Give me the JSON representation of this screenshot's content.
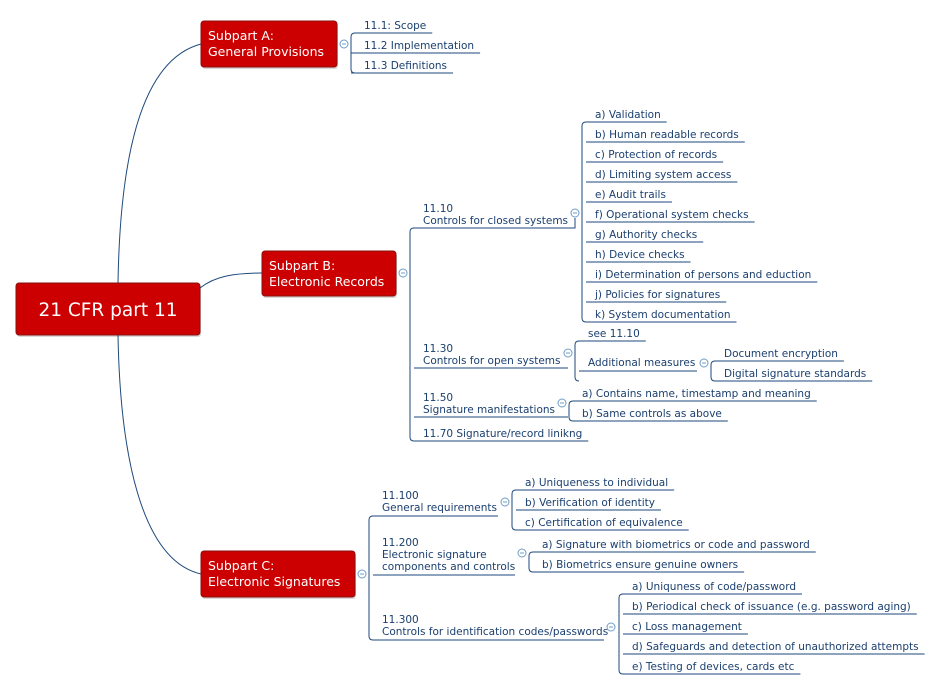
{
  "colors": {
    "node_fill": "#cc0000",
    "node_border": "#8a0f0f",
    "node_text": "#ffffff",
    "line": "#1e4a7c",
    "leaf_text": "#1a3f6f",
    "collapse_icon": "#6f9cc8"
  },
  "root": {
    "label": "21 CFR part 11"
  },
  "subparts": [
    {
      "id": "a",
      "title": [
        "Subpart A:",
        "General Provisions"
      ],
      "sections": [
        {
          "id": "scope",
          "label": [
            "11.1: Scope"
          ]
        },
        {
          "id": "impl",
          "label": [
            "11.2 Implementation"
          ]
        },
        {
          "id": "defs",
          "label": [
            "11.3 Definitions"
          ]
        }
      ]
    },
    {
      "id": "b",
      "title": [
        "Subpart B:",
        "Electronic Records"
      ],
      "sections": [
        {
          "id": "s1110",
          "label": [
            "11.10",
            "Controls for closed systems"
          ],
          "items": [
            {
              "label": [
                "a) Validation"
              ]
            },
            {
              "label": [
                "b) Human readable records"
              ]
            },
            {
              "label": [
                "c) Protection of records"
              ]
            },
            {
              "label": [
                "d) Limiting system access"
              ]
            },
            {
              "label": [
                "e) Audit trails"
              ]
            },
            {
              "label": [
                "f) Operational system checks"
              ]
            },
            {
              "label": [
                "g) Authority checks"
              ]
            },
            {
              "label": [
                "h) Device checks"
              ]
            },
            {
              "label": [
                "i) Determination of persons and eduction"
              ]
            },
            {
              "label": [
                "j) Policies for signatures"
              ]
            },
            {
              "label": [
                "k) System documentation"
              ]
            }
          ]
        },
        {
          "id": "s1130",
          "label": [
            "11.30",
            "Controls for open systems"
          ],
          "items": [
            {
              "label": [
                "see 11.10"
              ]
            },
            {
              "label": [
                "Additional measures"
              ],
              "items": [
                {
                  "label": [
                    "Document encryption"
                  ]
                },
                {
                  "label": [
                    "Digital signature standards"
                  ]
                }
              ]
            }
          ]
        },
        {
          "id": "s1150",
          "label": [
            "11.50",
            "Signature manifestations"
          ],
          "items": [
            {
              "label": [
                "a) Contains name, timestamp and meaning"
              ]
            },
            {
              "label": [
                "b) Same controls as above"
              ]
            }
          ]
        },
        {
          "id": "s1170",
          "label": [
            "11.70 Signature/record linikng"
          ]
        }
      ]
    },
    {
      "id": "c",
      "title": [
        "Subpart C:",
        "Electronic Signatures"
      ],
      "sections": [
        {
          "id": "s11100",
          "label": [
            "11.100",
            "General requirements"
          ],
          "items": [
            {
              "label": [
                "a) Uniqueness to individual"
              ]
            },
            {
              "label": [
                "b) Verification of identity"
              ]
            },
            {
              "label": [
                "c) Certification of equivalence"
              ]
            }
          ]
        },
        {
          "id": "s11200",
          "label": [
            "11.200",
            "Electronic signature",
            "components and controls"
          ],
          "items": [
            {
              "label": [
                "a) Signature with biometrics or code and password"
              ]
            },
            {
              "label": [
                "b) Biometrics ensure genuine owners"
              ]
            }
          ]
        },
        {
          "id": "s11300",
          "label": [
            "11.300",
            "Controls for identification codes/passwords"
          ],
          "items": [
            {
              "label": [
                "a) Uniquness of code/password"
              ]
            },
            {
              "label": [
                "b) Periodical check of issuance (e.g. password aging)"
              ]
            },
            {
              "label": [
                "c) Loss management"
              ]
            },
            {
              "label": [
                "d) Safeguards and detection of unauthorized attempts"
              ]
            },
            {
              "label": [
                "e) Testing of devices, cards etc"
              ]
            }
          ]
        }
      ]
    }
  ]
}
